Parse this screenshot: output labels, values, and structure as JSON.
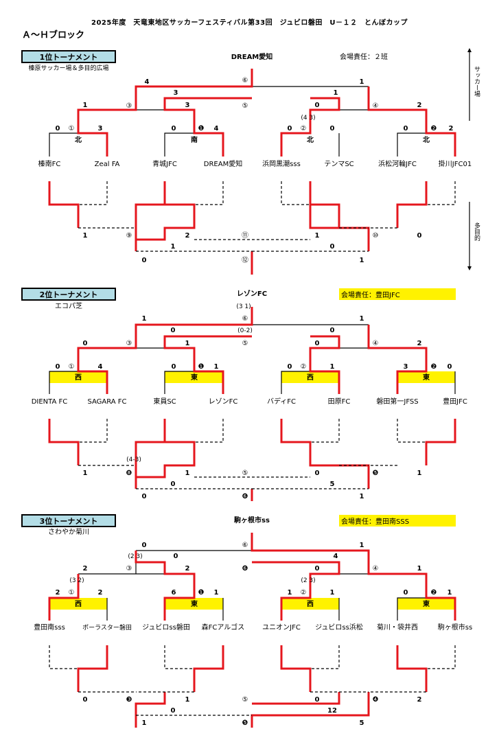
{
  "header": {
    "title": "2025年度　天竜東地区サッカーフェスティバル第33回　ジュビロ磐田　U－１２　とんぼカップ",
    "block": "Ａ～Ｈブロック"
  },
  "t1": {
    "label": "1位トーナメント",
    "venue": "榛原サッカー場＆多目的広場",
    "champion": "DREAM愛知",
    "responsible": "会場責任：２班",
    "side_top": "サッカー場",
    "side_bottom": "多目的",
    "teams": [
      "榛南FC",
      "Zeal FA",
      "青城JFC",
      "DREAM愛知",
      "浜岡黒潮sss",
      "テンマSC",
      "浜松河輪JFC",
      "掛川JFC01"
    ],
    "courts": [
      "北",
      "南",
      "北",
      "北"
    ],
    "marks": [
      "①",
      "❶",
      "②",
      "❷",
      "③",
      "⑤",
      "④",
      "⑥",
      "⑨",
      "⑪",
      "⑩",
      "⑫"
    ],
    "s": {
      "m1a": "0",
      "m1b": "3",
      "m2a": "0",
      "m2b": "4",
      "m3a": "0",
      "m3b": "0",
      "m4a": "0",
      "m4b": "2",
      "q1a": "1",
      "q1b": "3",
      "q2a": "0",
      "q2b": "2",
      "fa": "4",
      "fb": "1",
      "sfa": "3",
      "sfb": "1",
      "pk": "(4 3)",
      "l1a": "1",
      "l1b": "2",
      "l2a": "1",
      "l2b": "0",
      "lfa": "1",
      "lfb": "0",
      "lla": "0",
      "llb": "1"
    }
  },
  "t2": {
    "label": "2位トーナメント",
    "venue": "エコパ芝",
    "champion": "レゾンFC",
    "responsible": "会場責任：豊田JFC",
    "teams": [
      "DIENTA FC",
      "SAGARA FC",
      "東員SC",
      "レゾンFC",
      "バディFC",
      "田原FC",
      "磐田第一JFSS",
      "豊田JFC"
    ],
    "courts": [
      "西",
      "東",
      "西",
      "東"
    ],
    "marks": [
      "①",
      "❶",
      "②",
      "❷",
      "③",
      "⑤",
      "④",
      "⑥",
      "❽",
      "⑤",
      "❺",
      "❻"
    ],
    "s": {
      "m1a": "0",
      "m1b": "4",
      "m2a": "0",
      "m2b": "1",
      "m3a": "0",
      "m3b": "1",
      "m4a": "3",
      "m4b": "0",
      "q1a": "0",
      "q1b": "1",
      "q2a": "0",
      "q2b": "2",
      "fa": "1",
      "fb": "1",
      "sfa": "0",
      "sfb": "0",
      "pk": "(0-2)",
      "pkf": "(3 1)",
      "pkl": "(4-3)",
      "l1a": "1",
      "l1b": "1",
      "l2a": "0",
      "l2b": "1",
      "lfa": "0",
      "lfb": "5",
      "lla": "0",
      "llb": "1"
    }
  },
  "t3": {
    "label": "3位トーナメント",
    "venue": "さわやか菊川",
    "champion": "駒ヶ根市ss",
    "responsible": "会場責任：豊田南SSS",
    "teams": [
      "豊田南sss",
      "ポーラスター磐田",
      "ジュビロss磐田",
      "森FCアルゴス",
      "ユニオンJFC",
      "ジュビロss浜松",
      "菊川・袋井西",
      "駒ヶ根市ss"
    ],
    "courts": [
      "西",
      "東",
      "西",
      "東"
    ],
    "marks": [
      "①",
      "❶",
      "②",
      "❷",
      "③",
      "❻",
      "④",
      "⑥",
      "❸",
      "⑤",
      "❹",
      "❺"
    ],
    "s": {
      "m1a": "2",
      "m1b": "2",
      "m2a": "6",
      "m2b": "1",
      "m3a": "1",
      "m3b": "1",
      "m4a": "0",
      "m4b": "1",
      "q1a": "2",
      "q1b": "2",
      "q2a": "0",
      "q2b": "1",
      "fa": "0",
      "fb": "1",
      "sfa": "0",
      "sfb": "4",
      "pk1": "(3 2)",
      "pk2": "(2 3)",
      "pk3": "(2 3)",
      "l1a": "0",
      "l1b": "1",
      "l2a": "0",
      "l2b": "2",
      "lfa": "0",
      "lfb": "12",
      "lla": "1",
      "llb": "5"
    }
  }
}
